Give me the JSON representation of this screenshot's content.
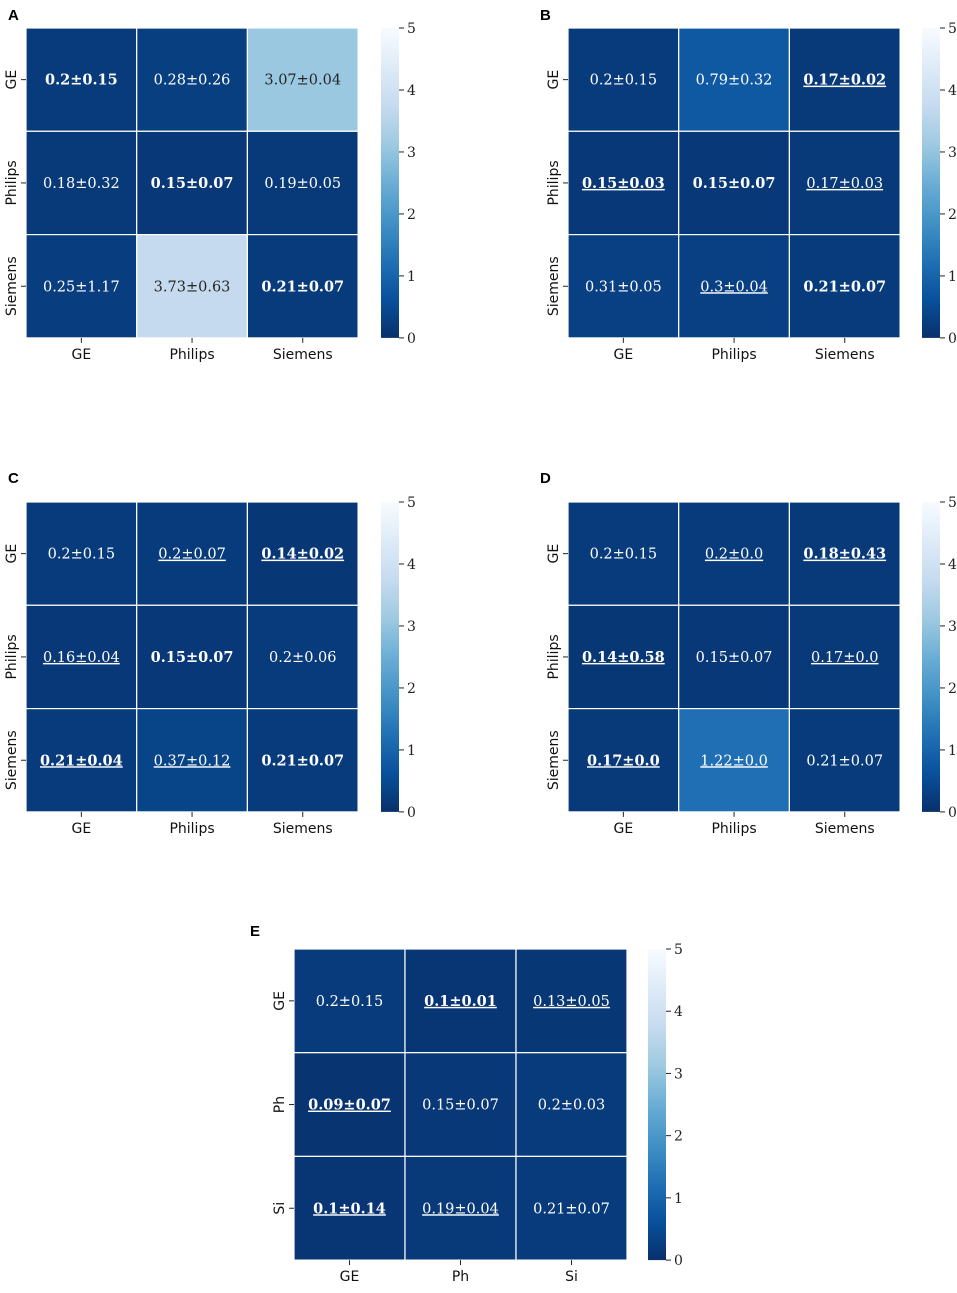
{
  "chart_data": [
    {
      "type": "heatmap",
      "panel": "A",
      "x_categories": [
        "GE",
        "Philips",
        "Siemens"
      ],
      "y_categories": [
        "GE",
        "Philips",
        "Siemens"
      ],
      "values": [
        [
          0.2,
          0.28,
          3.07
        ],
        [
          0.18,
          0.15,
          0.19
        ],
        [
          0.25,
          3.73,
          0.21
        ]
      ],
      "cell_labels": [
        [
          "0.2±0.15",
          "0.28±0.26",
          "3.07±0.04"
        ],
        [
          "0.18±0.32",
          "0.15±0.07",
          "0.19±0.05"
        ],
        [
          "0.25±1.17",
          "3.73±0.63",
          "0.21±0.07"
        ]
      ],
      "bold": [
        [
          true,
          false,
          false
        ],
        [
          false,
          true,
          false
        ],
        [
          false,
          false,
          true
        ]
      ],
      "underline": [
        [
          false,
          false,
          false
        ],
        [
          false,
          false,
          false
        ],
        [
          false,
          false,
          false
        ]
      ],
      "colorbar": {
        "range": [
          0,
          5
        ],
        "ticks": [
          "0",
          "1",
          "2",
          "3",
          "4",
          "5"
        ],
        "colormap": "Blues_r"
      }
    },
    {
      "type": "heatmap",
      "panel": "B",
      "x_categories": [
        "GE",
        "Philips",
        "Siemens"
      ],
      "y_categories": [
        "GE",
        "Philips",
        "Siemens"
      ],
      "values": [
        [
          0.2,
          0.79,
          0.17
        ],
        [
          0.15,
          0.15,
          0.17
        ],
        [
          0.31,
          0.3,
          0.21
        ]
      ],
      "cell_labels": [
        [
          "0.2±0.15",
          "0.79±0.32",
          "0.17±0.02"
        ],
        [
          "0.15±0.03",
          "0.15±0.07",
          "0.17±0.03"
        ],
        [
          "0.31±0.05",
          "0.3±0.04",
          "0.21±0.07"
        ]
      ],
      "bold": [
        [
          false,
          false,
          true
        ],
        [
          true,
          true,
          false
        ],
        [
          false,
          false,
          true
        ]
      ],
      "underline": [
        [
          false,
          false,
          true
        ],
        [
          true,
          false,
          true
        ],
        [
          false,
          true,
          false
        ]
      ],
      "colorbar": {
        "range": [
          0,
          5
        ],
        "ticks": [
          "0",
          "1",
          "2",
          "3",
          "4",
          "5"
        ],
        "colormap": "Blues_r"
      }
    },
    {
      "type": "heatmap",
      "panel": "C",
      "x_categories": [
        "GE",
        "Philips",
        "Siemens"
      ],
      "y_categories": [
        "GE",
        "Philips",
        "Siemens"
      ],
      "values": [
        [
          0.2,
          0.2,
          0.14
        ],
        [
          0.16,
          0.15,
          0.2
        ],
        [
          0.21,
          0.37,
          0.21
        ]
      ],
      "cell_labels": [
        [
          "0.2±0.15",
          "0.2±0.07",
          "0.14±0.02"
        ],
        [
          "0.16±0.04",
          "0.15±0.07",
          "0.2±0.06"
        ],
        [
          "0.21±0.04",
          "0.37±0.12",
          "0.21±0.07"
        ]
      ],
      "bold": [
        [
          false,
          false,
          true
        ],
        [
          false,
          true,
          false
        ],
        [
          true,
          false,
          true
        ]
      ],
      "underline": [
        [
          false,
          true,
          true
        ],
        [
          true,
          false,
          false
        ],
        [
          true,
          true,
          false
        ]
      ],
      "colorbar": {
        "range": [
          0,
          5
        ],
        "ticks": [
          "0",
          "1",
          "2",
          "3",
          "4",
          "5"
        ],
        "colormap": "Blues_r"
      }
    },
    {
      "type": "heatmap",
      "panel": "D",
      "x_categories": [
        "GE",
        "Philips",
        "Siemens"
      ],
      "y_categories": [
        "GE",
        "Philips",
        "Siemens"
      ],
      "values": [
        [
          0.2,
          0.2,
          0.18
        ],
        [
          0.14,
          0.15,
          0.17
        ],
        [
          0.17,
          1.22,
          0.21
        ]
      ],
      "cell_labels": [
        [
          "0.2±0.15",
          "0.2±0.0",
          "0.18±0.43"
        ],
        [
          "0.14±0.58",
          "0.15±0.07",
          "0.17±0.0"
        ],
        [
          "0.17±0.0",
          "1.22±0.0",
          "0.21±0.07"
        ]
      ],
      "bold": [
        [
          false,
          false,
          true
        ],
        [
          true,
          false,
          false
        ],
        [
          true,
          false,
          false
        ]
      ],
      "underline": [
        [
          false,
          true,
          true
        ],
        [
          true,
          false,
          true
        ],
        [
          true,
          true,
          false
        ]
      ],
      "colorbar": {
        "range": [
          0,
          5
        ],
        "ticks": [
          "0",
          "1",
          "2",
          "3",
          "4",
          "5"
        ],
        "colormap": "Blues_r"
      }
    },
    {
      "type": "heatmap",
      "panel": "E",
      "x_categories": [
        "GE",
        "Ph",
        "Si"
      ],
      "y_categories": [
        "GE",
        "Ph",
        "Si"
      ],
      "values": [
        [
          0.2,
          0.1,
          0.13
        ],
        [
          0.09,
          0.15,
          0.2
        ],
        [
          0.1,
          0.19,
          0.21
        ]
      ],
      "cell_labels": [
        [
          "0.2±0.15",
          "0.1±0.01",
          "0.13±0.05"
        ],
        [
          "0.09±0.07",
          "0.15±0.07",
          "0.2±0.03"
        ],
        [
          "0.1±0.14",
          "0.19±0.04",
          "0.21±0.07"
        ]
      ],
      "bold": [
        [
          false,
          true,
          false
        ],
        [
          true,
          false,
          false
        ],
        [
          true,
          false,
          false
        ]
      ],
      "underline": [
        [
          false,
          true,
          true
        ],
        [
          true,
          false,
          false
        ],
        [
          true,
          true,
          false
        ]
      ],
      "colorbar": {
        "range": [
          0,
          5
        ],
        "ticks": [
          "0",
          "1",
          "2",
          "3",
          "4",
          "5"
        ],
        "colormap": "Blues_r"
      }
    }
  ]
}
